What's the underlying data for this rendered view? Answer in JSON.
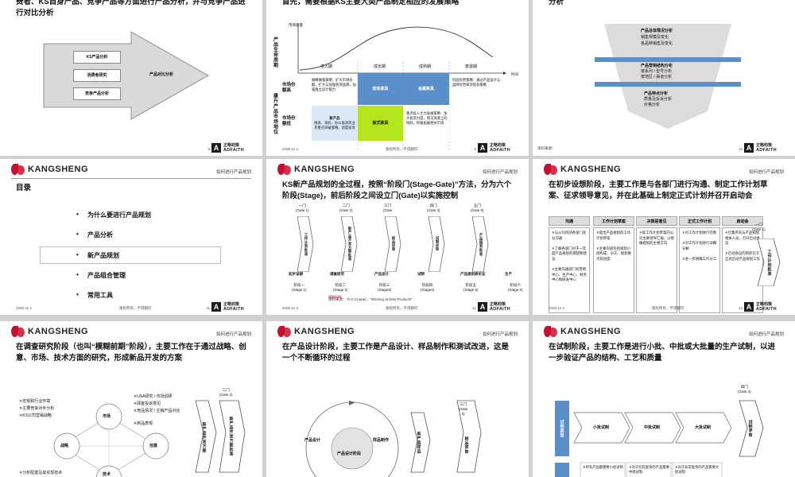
{
  "common": {
    "brand": "KANGSHENG",
    "header_tag": "如何进行产品规划",
    "date": "2006-11-1",
    "copyright": "版权所有，不得翻印",
    "adfaith_cn": "正略钧策",
    "adfaith_en": "ADFAITH",
    "adfaith_mark": "A"
  },
  "slide1": {
    "title": "费者、KS自身产品、竞争产品等方面进行产品分析，并与竞争产品进行对比分析",
    "items": [
      "KS产品分析",
      "消费者研究",
      "竞争产品分析"
    ],
    "result": "产品对比分析",
    "page": "8"
  },
  "slide2": {
    "title": "首先，需要根据KS主要大类产品制定相应的发展策略",
    "y_axis": "市场容量",
    "x_axis": "时间",
    "side_label": "产品生命周期",
    "side_label2": "康升产品市场地位",
    "stages": [
      "进入期",
      "成长期",
      "成熟期",
      "衰退期"
    ],
    "row_high": "市场份额高",
    "row_low": "市场份额低",
    "cell_h1": "做精做强策略：扩大市场份额，扩大与加强各项品牌，加强独立设计能力",
    "cell_h2": "软体家具",
    "cell_h3": "金属家具",
    "cell_h4": "巩固优势策略：通过产品设计与品牌优势保持现有策略",
    "cell_l1_title": "新产品",
    "cell_l1": "厨具、家纺、办公家具等业务重点突破策略，适度投资",
    "cell_l2": "板式家具",
    "cell_l4": "重点投入大力发展策略：加大投资力度，保证资源上的倾斜，积极拓展相关市场",
    "page": "9"
  },
  "slide3": {
    "title": "分析",
    "b1_title": "产品总体情况分析",
    "b1_items": [
      "销售规模及变化",
      "各品种销售及变化"
    ],
    "b2_title": "产品营销结构分析",
    "b2_items": [
      "按系列 / 型号分析",
      "按地区 / 渠道分析"
    ],
    "b3_title": "产品特点分析",
    "b3_items": [
      "质量及投诉分析",
      "价格分析"
    ],
    "source": "资料来源：",
    "page": "10"
  },
  "slide4": {
    "title": "目录",
    "items": [
      "为什么要进行产品规划",
      "产品分析",
      "新产品规划",
      "产品组合管理",
      "常用工具"
    ],
    "page": "11"
  },
  "slide5": {
    "title": "KS新产品规划的全过程，按照“阶段门(Stage-Gate)”方法，分为六个阶段(Stage)，前后阶段之间设立门(Gate)以实施控制",
    "gates": [
      "一门\n(Gate 1)",
      "二门\n(Gate 2)",
      "三门\n(Gate",
      "四门\n(Gate 4)",
      "五门\n(Gate 5)"
    ],
    "gate_boxes": [
      "工作计划批准",
      "新产品开发方案批准",
      "样品评审",
      "试制评审",
      "产品规划批准"
    ],
    "phases": [
      "初步设想",
      "调查研究",
      "产品设计",
      "试制",
      "产品规划表论证",
      "生产"
    ],
    "stages": [
      "阶段一\n(Stage 1)",
      "阶段二\n(Stage 2)",
      "阶段三\n(Stage3)",
      "阶段四\n(Stage4)",
      "阶段五\n(Stage 5)",
      "阶段六\n(Stage 6)"
    ],
    "fuzzy": "模糊前期",
    "source": "资料来源：  R.G.Cooper，“Winning at New Products”",
    "page": "12"
  },
  "slide6": {
    "title": "在初步设想阶段，主要工作是与各部门进行沟通、制定工作计划草案、征求领导意见，并在此基础上制定正式计划并召开启动会",
    "cols": [
      "沟通",
      "工作计划草案",
      "决策层意见",
      "正式工作计划",
      "启动会"
    ],
    "cells": [
      "✕与公司内部各部门充分沟通\n\n✕了解各部门对于一年度产品规划的期望和建议\n\n✕主要沟通部门有营销中心、生产中心、财务中心和研发中心",
      "✕提出产品规划的工作计划草案\n\n✕主要内容包括规划小组构成、分工、规划要点及进度",
      "✕就工作计划草案向公司主要领导汇报，以明确规划的主要方向",
      "✕对工作计划进行完善\n\n✕对工作计划进行详细分解\n\n✕进一步明确工作分工",
      "✕召集所有与产品规划相关人员，召开启动会议\n\n✕启动会议的目的在于正式启动产品规划工作"
    ],
    "gate": "一门\n(Gate 1)",
    "gate_box": "工作计划批准",
    "page": "13"
  },
  "slide7": {
    "title": "在调查研究阶段（也叫“模糊前期”阶段），主要工作在于通过战略、创意、市场、技术方面的研究，形成新品开发的方案",
    "nodes": [
      "市场",
      "战略",
      "创意",
      "技术"
    ],
    "left_items": [
      "✕宏观和行业环境",
      "✕主要竞争对手分析",
      "✕KS公司营销战略"
    ],
    "right_items": [
      "✕USA研究 / 市场调研",
      "✕顾客投诉意见",
      "✕竞品情况 / 主销产品对比",
      "✕新品表现"
    ],
    "bottom_left": "✕分析配置及其实现技术",
    "gate": "二门\n(Gate 2)",
    "gate_box": "新产品开发方案批准",
    "side_box": "新产品开发方案"
  },
  "slide8": {
    "title": "在产品设计阶段，主要工作是产品设计、样品制作和测试改进，这是一个不断循环的过程",
    "center": "产品设计阶段",
    "left": "产品设计",
    "right": "样品制作",
    "gate": "三门\n(Gate\n3)",
    "gate_box": "样品评审",
    "side_box": "新产品样品"
  },
  "slide9": {
    "title": "在试制阶段，主要工作是进行小批、中批或大批量的生产试制，以进一步验证产品的结构、工艺和质量",
    "row_label": "试制类型",
    "steps": [
      "小批试制",
      "中批试制",
      "大批试制"
    ],
    "gate": "四门\n(Gate 4)",
    "gate_box": "试制评审",
    "notes": [
      "✕所有产品都需要小批试制",
      "✕对于比较复杂的产品需要中批试制",
      "✕对于非常复杂的产品需要大批试制"
    ]
  }
}
